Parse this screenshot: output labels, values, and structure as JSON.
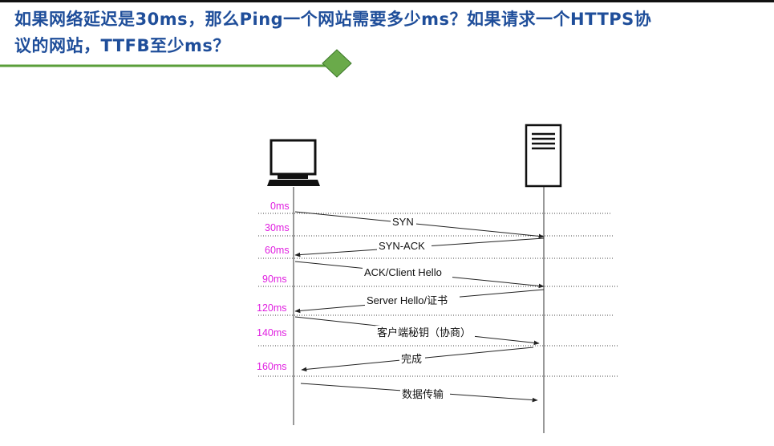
{
  "slide": {
    "title_line1": "如果网络延迟是30ms，那么Ping一个网站需要多少ms？如果请求一个HTTPS协",
    "title_line2": "议的网站，TTFB至少ms？"
  },
  "diagram": {
    "client_icon": "computer-icon",
    "server_icon": "server-icon",
    "time_labels": [
      "0ms",
      "30ms",
      "60ms",
      "90ms",
      "120ms",
      "140ms",
      "160ms"
    ],
    "messages": {
      "syn": "SYN",
      "syn_ack": "SYN-ACK",
      "ack_client_hello": "ACK/Client Hello",
      "server_hello": "Server Hello/证书",
      "client_key": "客户端秘钥（协商）",
      "done": "完成",
      "data": "数据传输"
    },
    "colors": {
      "time_label": "#e020e0",
      "title": "#1f4e9a",
      "underline": "#5a9e3a",
      "diamond": "#6aaa4a"
    }
  }
}
